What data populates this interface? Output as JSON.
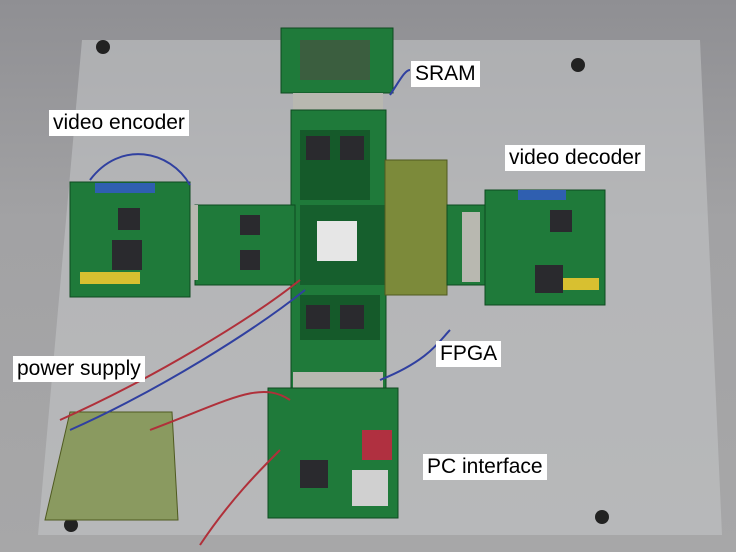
{
  "labels": {
    "sram": "SRAM",
    "video_encoder": "video encoder",
    "video_decoder": "video decoder",
    "fpga": "FPGA",
    "power_supply": "power supply",
    "pc_interface": "PC interface"
  },
  "colors": {
    "background": "#9a9a9c",
    "glass_plate": "#c4c6c8",
    "pcb_green": "#1f7a3a",
    "pcb_dark": "#155a2a",
    "chip": "#2a2a2e",
    "cable_red": "#b0303a",
    "cable_blue": "#3040a0",
    "label_bg": "#ffffff"
  }
}
